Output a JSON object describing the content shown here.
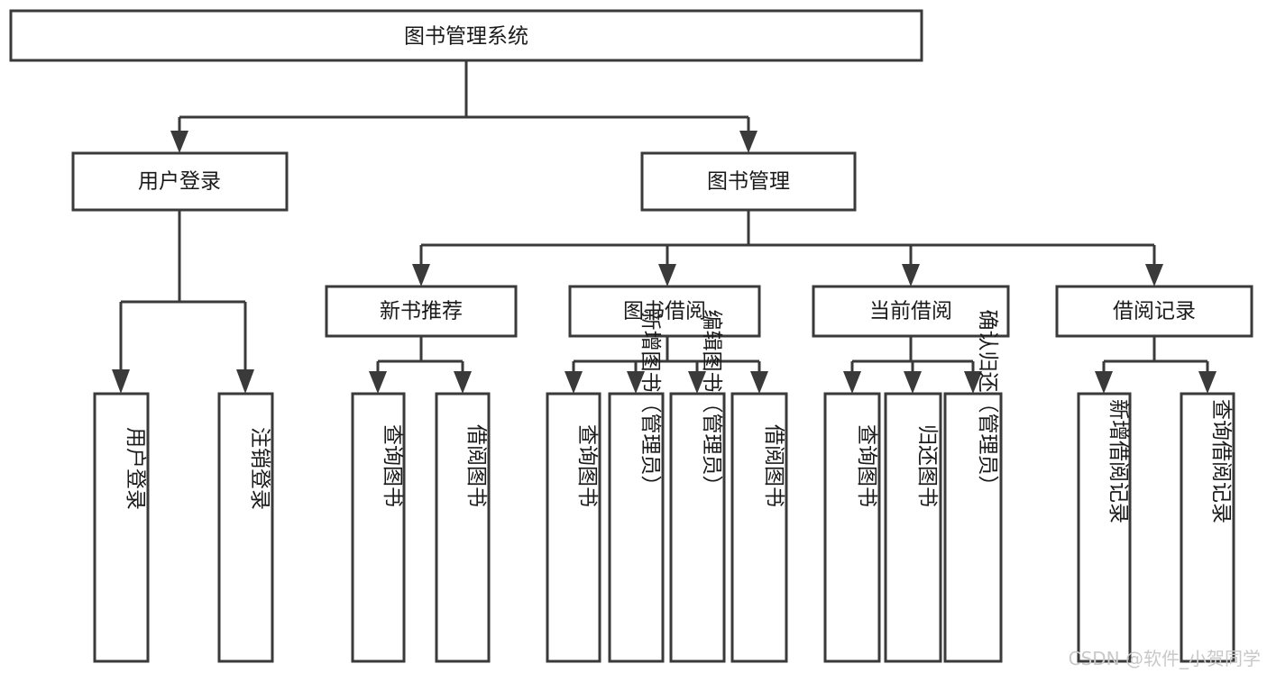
{
  "diagram": {
    "type": "tree-hierarchy",
    "title": "图书管理系统",
    "root": {
      "id": "root",
      "label": "图书管理系统"
    },
    "level1": [
      {
        "id": "user-login",
        "label": "用户登录"
      },
      {
        "id": "book-management",
        "label": "图书管理"
      }
    ],
    "level2": [
      {
        "id": "new-book-recommend",
        "label": "新书推荐",
        "parent": "book-management"
      },
      {
        "id": "book-borrow",
        "label": "图书借阅",
        "parent": "book-management"
      },
      {
        "id": "current-borrow",
        "label": "当前借阅",
        "parent": "book-management"
      },
      {
        "id": "borrow-record",
        "label": "借阅记录",
        "parent": "book-management"
      }
    ],
    "leaves": {
      "user-login": [
        {
          "id": "leaf-user-login",
          "label": "用户登录"
        },
        {
          "id": "leaf-logout",
          "label": "注销登录"
        }
      ],
      "new-book-recommend": [
        {
          "id": "leaf-query-book-1",
          "label": "查询图书"
        },
        {
          "id": "leaf-borrow-book-1",
          "label": "借阅图书"
        }
      ],
      "book-borrow": [
        {
          "id": "leaf-query-book-2",
          "label": "查询图书"
        },
        {
          "id": "leaf-add-book",
          "label": "新增图书（管理员）"
        },
        {
          "id": "leaf-edit-book",
          "label": "编辑图书（管理员）"
        },
        {
          "id": "leaf-borrow-book-2",
          "label": "借阅图书"
        }
      ],
      "current-borrow": [
        {
          "id": "leaf-query-book-3",
          "label": "查询图书"
        },
        {
          "id": "leaf-return-book",
          "label": "归还图书"
        },
        {
          "id": "leaf-confirm-return",
          "label": "确认归还（管理员）"
        }
      ],
      "borrow-record": [
        {
          "id": "leaf-add-record",
          "label": "新增借阅记录"
        },
        {
          "id": "leaf-query-record",
          "label": "查询借阅记录"
        }
      ]
    }
  },
  "watermark": {
    "text": "CSDN @软件_小贺同学"
  },
  "colors": {
    "box_stroke": "#3a3a3a",
    "box_fill": "#ffffff",
    "connector": "#3a3a3a",
    "label_text": "#1a1a1a",
    "watermark_text": "#c8c8c8",
    "background": "#ffffff"
  }
}
